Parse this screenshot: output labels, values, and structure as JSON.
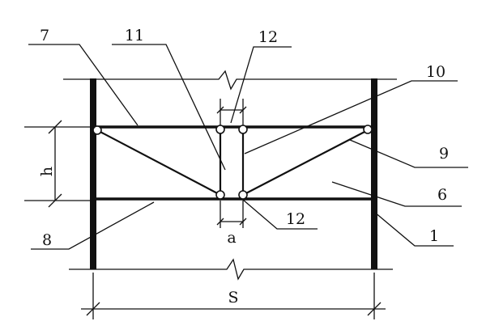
{
  "diagram": {
    "labels": {
      "l7": "7",
      "l11": "11",
      "l12_top": "12",
      "l10": "10",
      "l9": "9",
      "l6": "6",
      "l12_bottom": "12",
      "l1": "1",
      "l8": "8",
      "h": "h",
      "a": "a",
      "s": "S"
    }
  }
}
